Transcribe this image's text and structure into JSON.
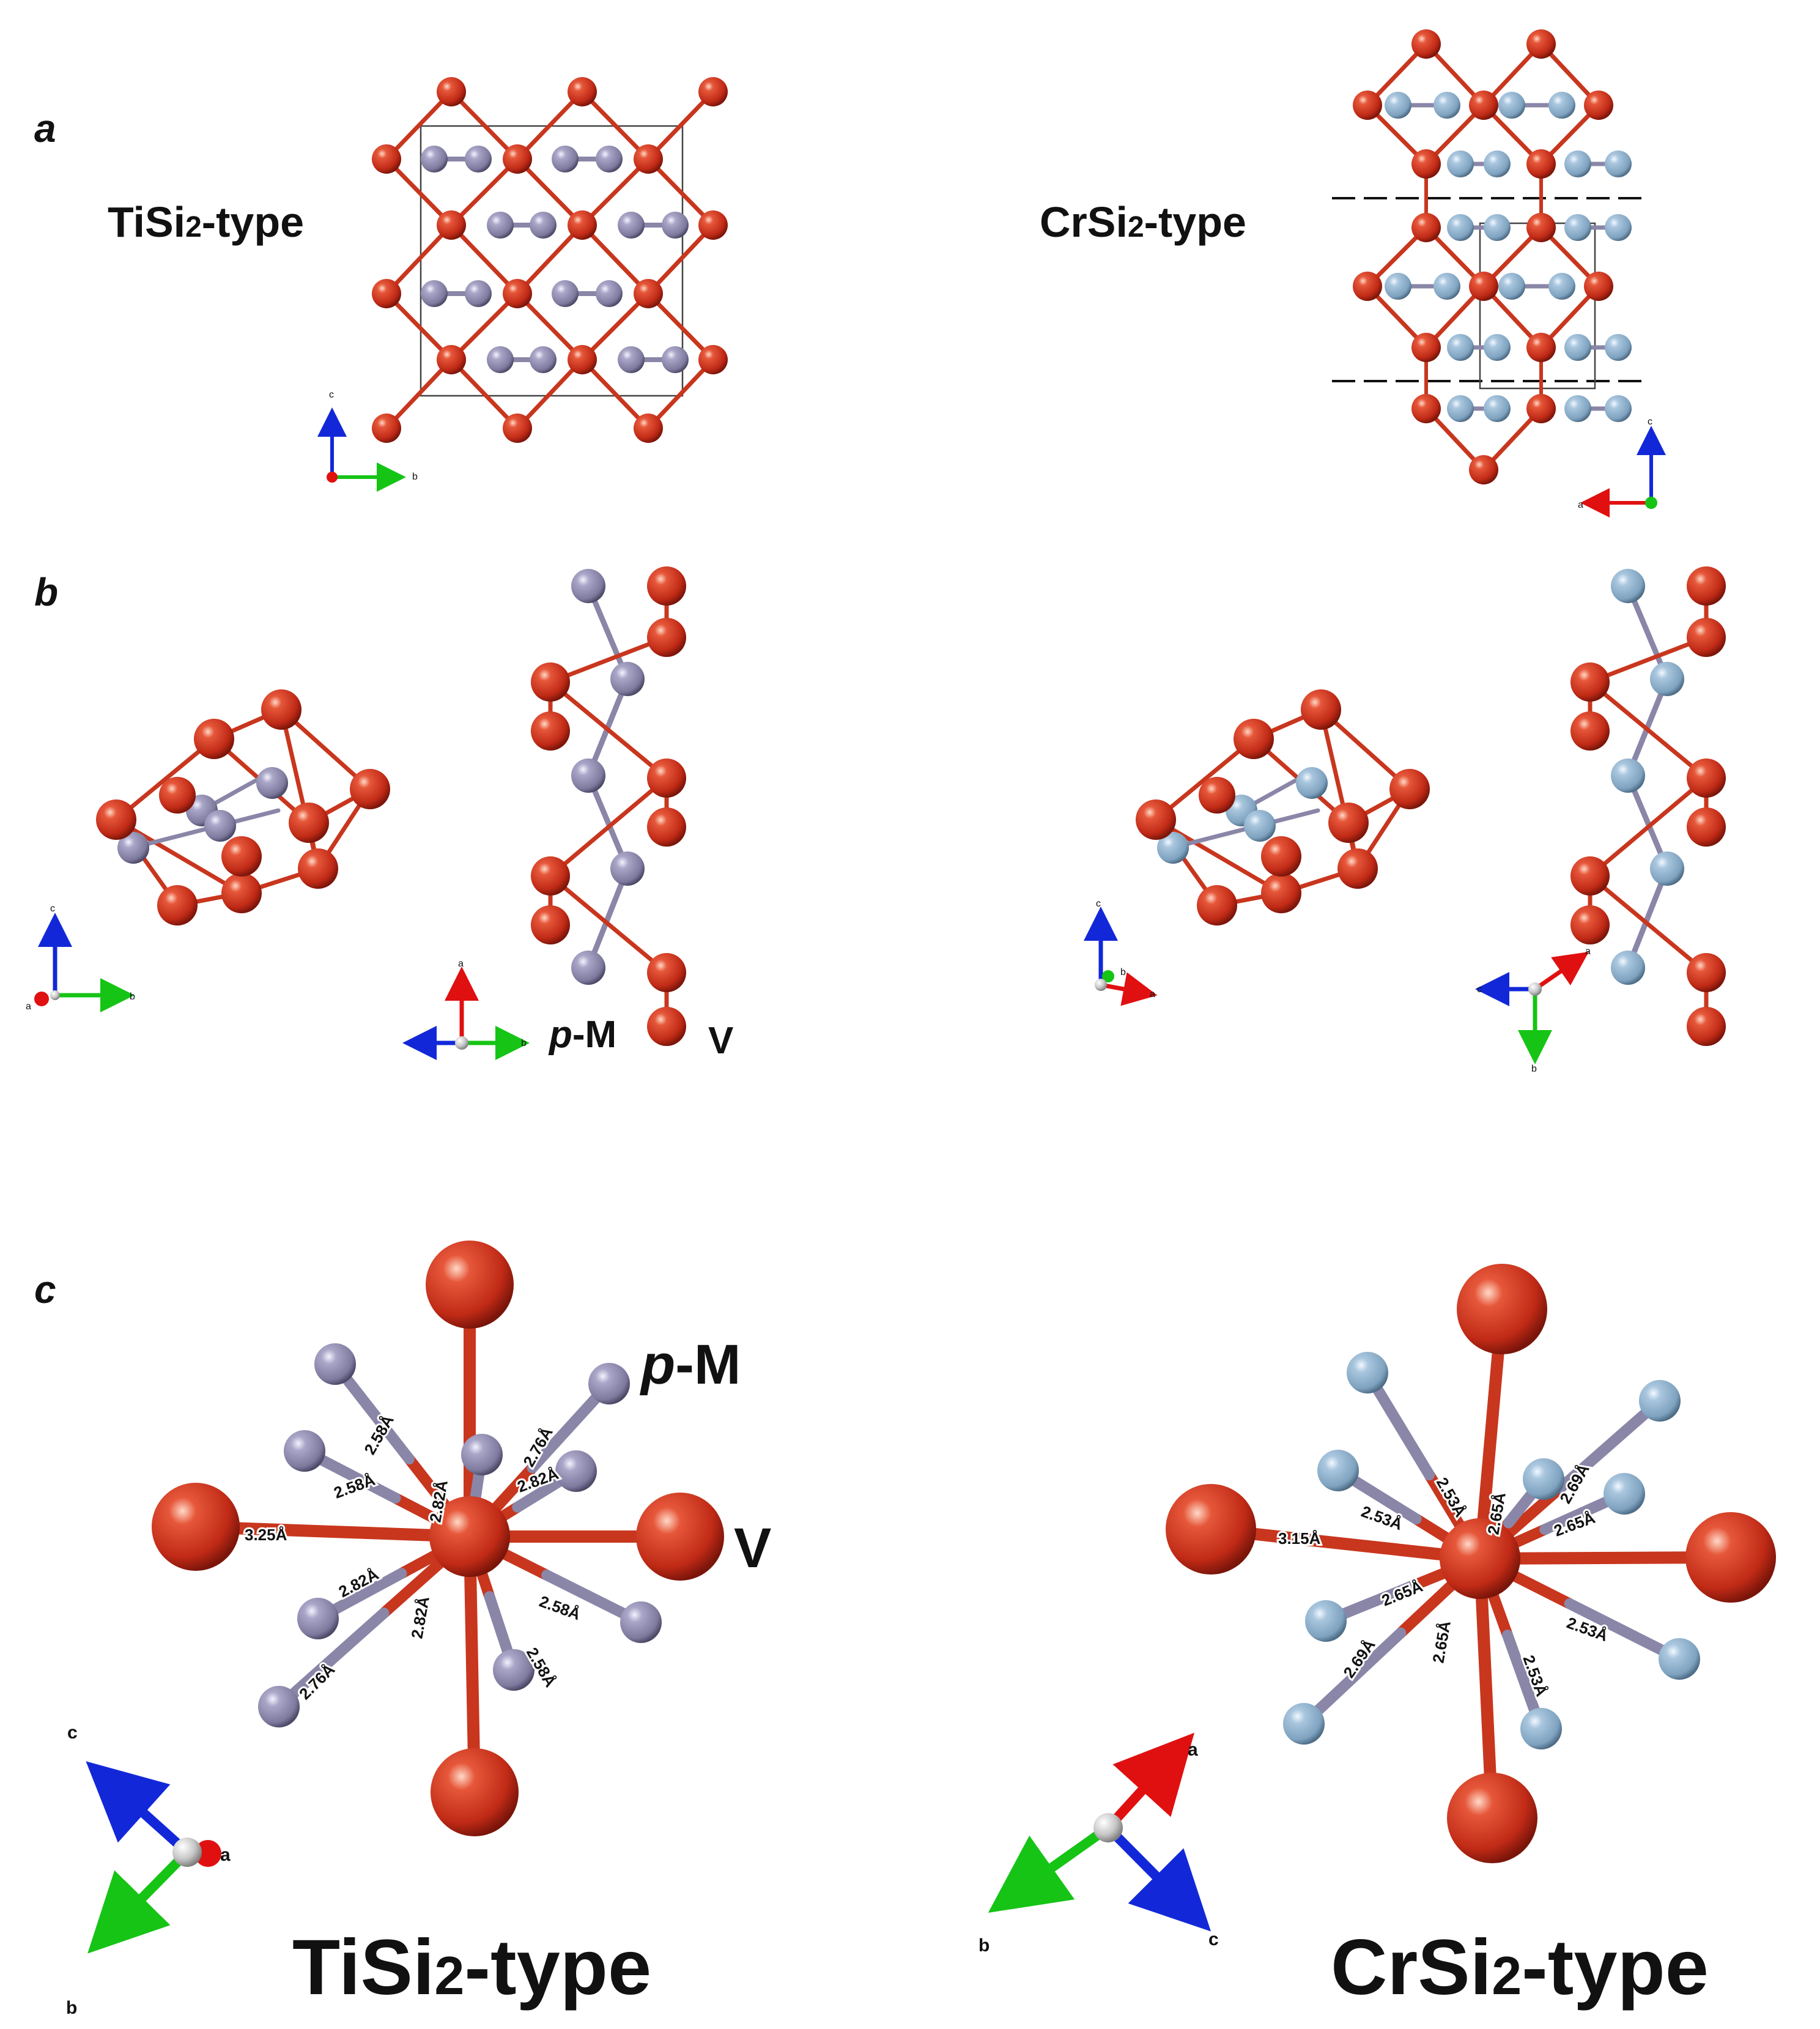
{
  "colors": {
    "v_atom": "#c8361e",
    "p_atom_ti": "#8a86a8",
    "p_atom_cr": "#8eb1cc",
    "axis_a": "#e01010",
    "axis_b": "#16c416",
    "axis_c": "#1228d8"
  },
  "panels": {
    "a": "a",
    "b": "b",
    "c": "c"
  },
  "labels": {
    "ti_type_small": [
      "TiSi",
      "2",
      "-type"
    ],
    "cr_type_small": [
      "CrSi",
      "2",
      "-type"
    ],
    "ti_type_big": [
      "TiSi",
      "2",
      "-type"
    ],
    "cr_type_big": [
      "CrSi",
      "2",
      "-type"
    ],
    "pM_b": [
      "p",
      "-M"
    ],
    "V_b": "V",
    "pM_c": [
      "p",
      "-M"
    ],
    "V_c": "V"
  },
  "axes": {
    "a": "a",
    "b": "b",
    "c": "c"
  },
  "bonds_ti": {
    "v_left": "3.25Å",
    "p1": "2.58Å",
    "p2": "2.58Å",
    "p3": "2.76Å",
    "p4": "2.82Å",
    "p5": "2.82Å",
    "p6": "2.82Å",
    "p7": "2.76Å",
    "p8": "2.82Å",
    "p9": "2.58Å",
    "p10": "2.58Å"
  },
  "bonds_cr": {
    "v_left": "3.15Å",
    "p1": "2.53Å",
    "p2": "2.53Å",
    "p3": "2.69Å",
    "p4": "2.65Å",
    "p5": "2.65Å",
    "p6": "2.65Å",
    "p7": "2.69Å",
    "p8": "2.65Å",
    "p9": "2.53Å",
    "p10": "2.53Å"
  }
}
